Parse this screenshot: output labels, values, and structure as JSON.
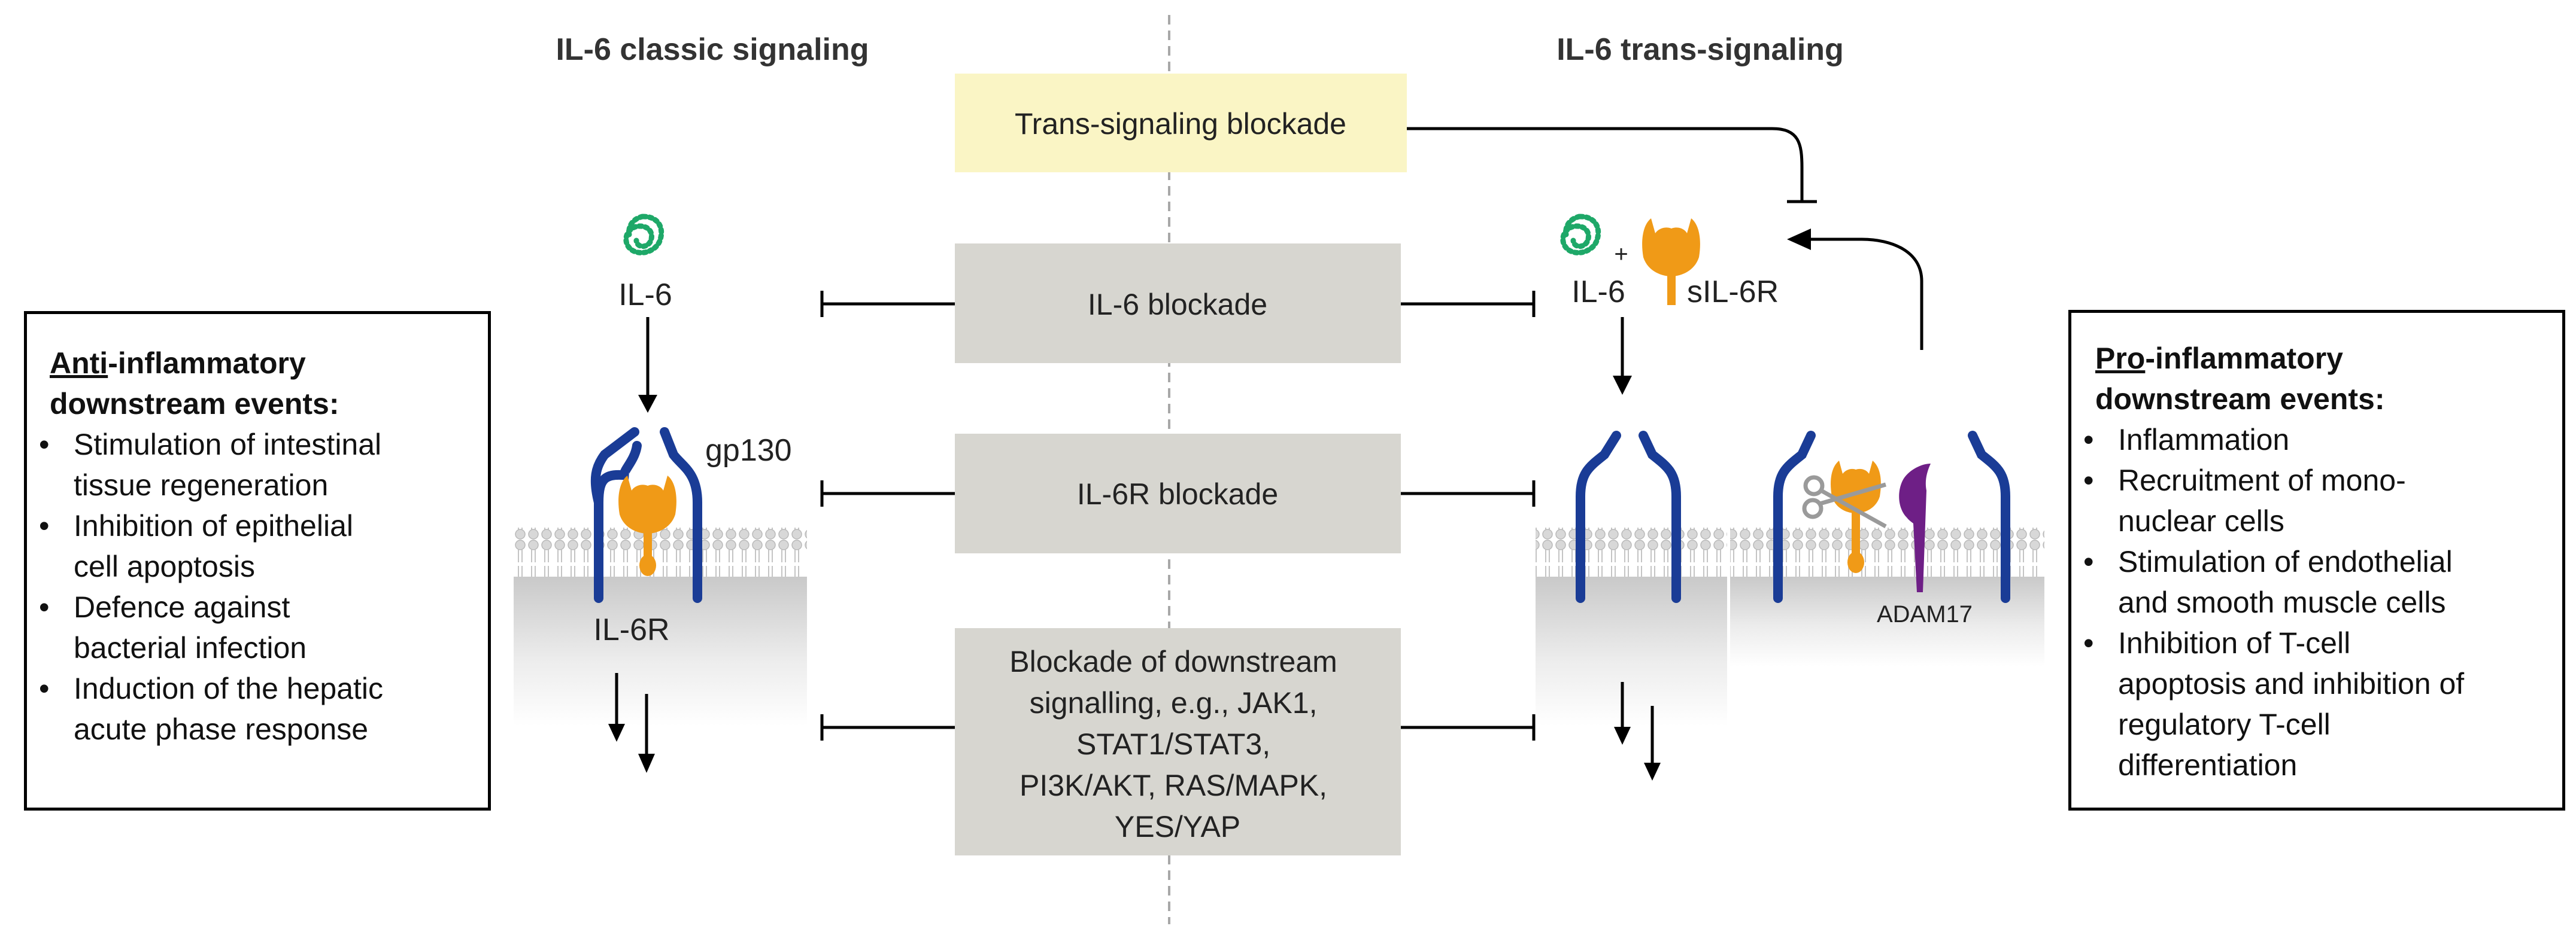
{
  "headers": {
    "classic": "IL-6 classic signaling",
    "trans": "IL-6 trans-signaling"
  },
  "blockades": {
    "trans_signaling": "Trans-signaling blockade",
    "il6": "IL-6 blockade",
    "il6r": "IL-6R blockade",
    "downstream": [
      "Blockade of downstream",
      "signalling, e.g., JAK1,",
      "STAT1/STAT3,",
      "PI3K/AKT, RAS/MAPK,",
      "YES/YAP"
    ]
  },
  "labels": {
    "il6_left": "IL-6",
    "gp130": "gp130",
    "il6r": "IL-6R",
    "il6_right": "IL-6",
    "plus": "+",
    "sil6r": "sIL-6R",
    "adam17": "ADAM17"
  },
  "anti_box": {
    "title_underlined": "Anti",
    "title_rest_line1": "-inflammatory",
    "title_line2": "downstream events:",
    "items": [
      [
        "Stimulation of intestinal",
        "tissue regeneration"
      ],
      [
        "Inhibition of epithelial",
        "cell apoptosis"
      ],
      [
        "Defence against",
        "bacterial infection"
      ],
      [
        "Induction of the hepatic",
        "acute phase response"
      ]
    ]
  },
  "pro_box": {
    "title_underlined": "Pro",
    "title_rest_line1": "-inflammatory",
    "title_line2": "downstream events:",
    "items": [
      [
        "Inflammation"
      ],
      [
        "Recruitment of mono-",
        "nuclear cells"
      ],
      [
        "Stimulation of endothelial",
        "and smooth muscle cells"
      ],
      [
        "Inhibition of T-cell",
        "apoptosis and inhibition of",
        "regulatory T-cell",
        "differentiation"
      ]
    ]
  },
  "colors": {
    "trans_box": "#faf5c5",
    "blockade_box": "#d7d6d0",
    "gp130": "#1a3c96",
    "il6r": "#f09a17",
    "il6": "#1ea868",
    "adam17": "#6e1f86",
    "membrane_head": "#d4d4d4",
    "divider": "#a8a8a8"
  }
}
